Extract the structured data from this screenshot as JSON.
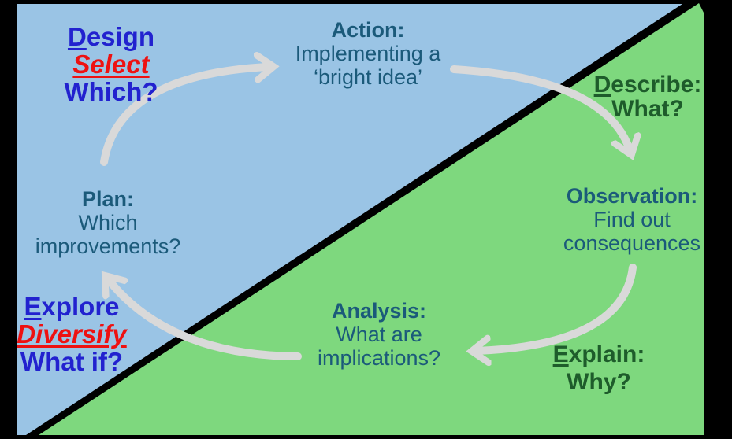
{
  "slide": {
    "description": "Action research / learning cycle diagram on a split blue-green slide",
    "colors": {
      "frame": "#000000",
      "blue_region": "#9AC4E5",
      "green_region": "#7ED87E",
      "blue_text": "#2222CF",
      "red_text": "#EE1111",
      "teal_text": "#1B5A7A",
      "dark_green_text": "#1E5C2B",
      "arrow": "#D9D9D9"
    }
  },
  "stages": {
    "design": {
      "line1_initial": "D",
      "line1_rest": "esign",
      "line2": "Select",
      "line3": "Which?"
    },
    "action": {
      "title": "Action:",
      "line2": "Implementing a",
      "line3": "‘bright idea’"
    },
    "describe": {
      "initial": "D",
      "rest": "escribe:",
      "question": "What?"
    },
    "observation": {
      "title": "Observation:",
      "line2": "Find out",
      "line3": "consequences"
    },
    "explain": {
      "initial": "E",
      "rest": "xplain:",
      "question": "Why?"
    },
    "analysis": {
      "title": "Analysis:",
      "line2": "What are",
      "line3": "implications?"
    },
    "plan": {
      "title": "Plan:",
      "line2": "Which",
      "line3": "improvements?"
    },
    "explore": {
      "line1_initial": "E",
      "line1_rest": "xplore",
      "line2": "Diversify",
      "line3": "What if?"
    }
  }
}
